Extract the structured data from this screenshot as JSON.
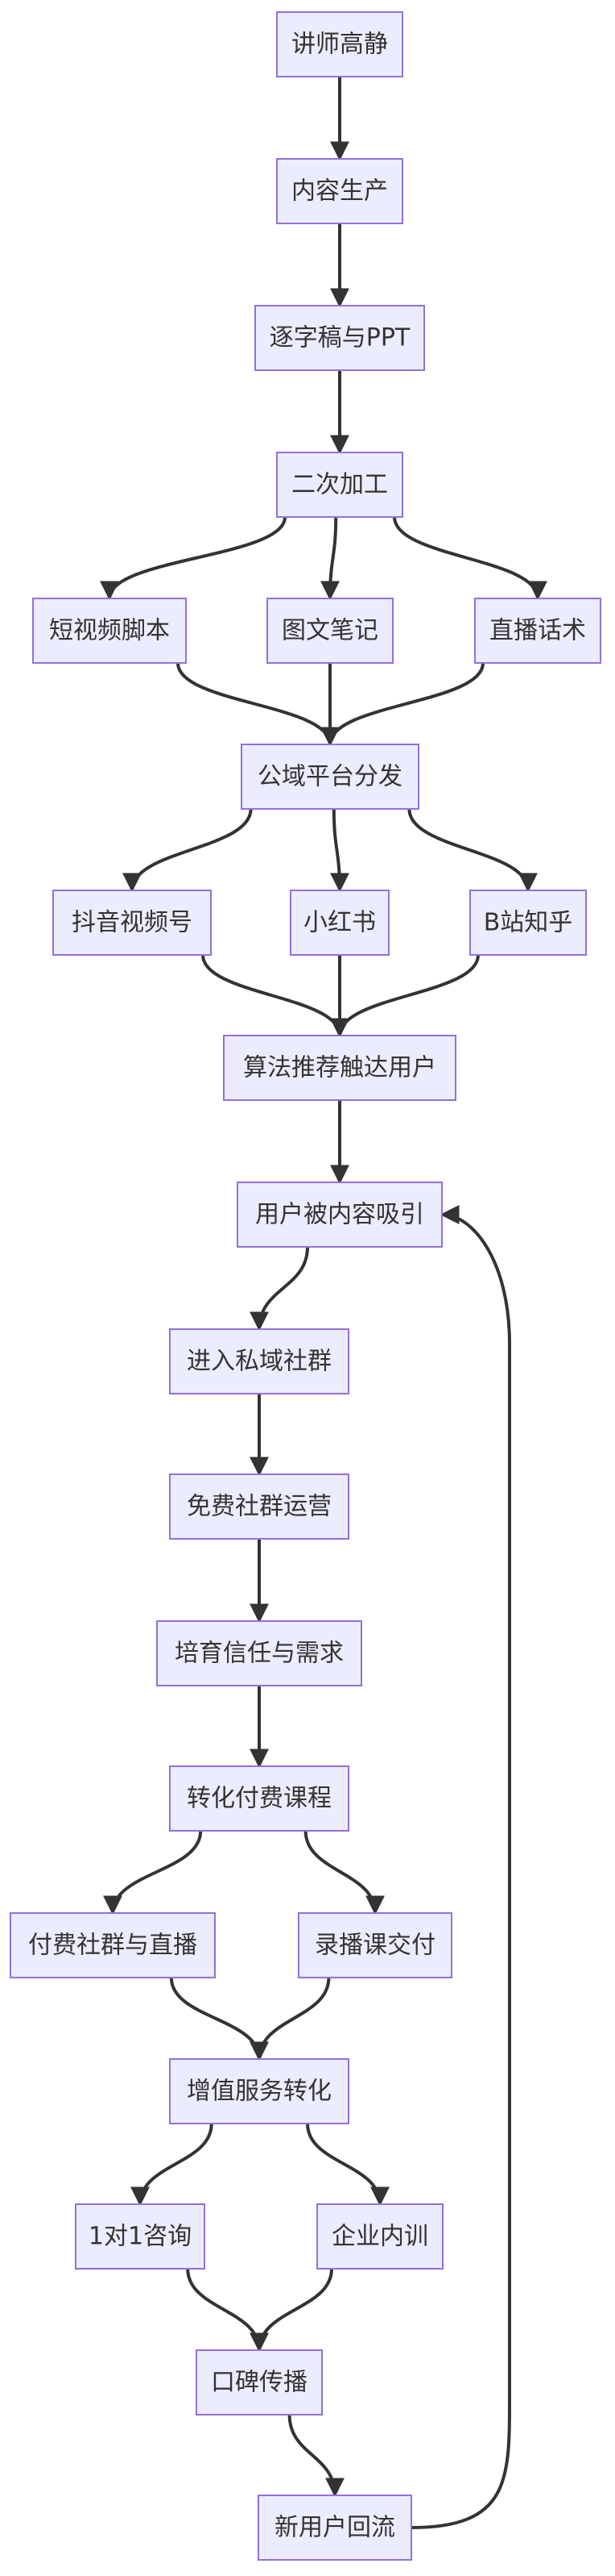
{
  "nodes": {
    "lecturer": "讲师高静",
    "content_production": "内容生产",
    "transcript_ppt": "逐字稿与PPT",
    "secondary_processing": "二次加工",
    "short_video_script": "短视频脚本",
    "image_text_notes": "图文笔记",
    "live_script": "直播话术",
    "public_distribution": "公域平台分发",
    "douyin_channels": "抖音视频号",
    "xiaohongshu": "小红书",
    "bilibili_zhihu": "B站知乎",
    "algorithm_reach": "算法推荐触达用户",
    "user_attracted": "用户被内容吸引",
    "join_private_community": "进入私域社群",
    "free_community_ops": "免费社群运营",
    "cultivate_trust": "培育信任与需求",
    "convert_paid_course": "转化付费课程",
    "paid_community_live": "付费社群与直播",
    "recorded_course_delivery": "录播课交付",
    "value_added_conversion": "增值服务转化",
    "one_on_one_consult": "1对1咨询",
    "corporate_training": "企业内训",
    "word_of_mouth": "口碑传播",
    "new_user_return": "新用户回流"
  },
  "edges": [
    [
      "lecturer",
      "content_production"
    ],
    [
      "content_production",
      "transcript_ppt"
    ],
    [
      "transcript_ppt",
      "secondary_processing"
    ],
    [
      "secondary_processing",
      "short_video_script"
    ],
    [
      "secondary_processing",
      "image_text_notes"
    ],
    [
      "secondary_processing",
      "live_script"
    ],
    [
      "short_video_script",
      "public_distribution"
    ],
    [
      "image_text_notes",
      "public_distribution"
    ],
    [
      "live_script",
      "public_distribution"
    ],
    [
      "public_distribution",
      "douyin_channels"
    ],
    [
      "public_distribution",
      "xiaohongshu"
    ],
    [
      "public_distribution",
      "bilibili_zhihu"
    ],
    [
      "douyin_channels",
      "algorithm_reach"
    ],
    [
      "xiaohongshu",
      "algorithm_reach"
    ],
    [
      "bilibili_zhihu",
      "algorithm_reach"
    ],
    [
      "algorithm_reach",
      "user_attracted"
    ],
    [
      "user_attracted",
      "join_private_community"
    ],
    [
      "join_private_community",
      "free_community_ops"
    ],
    [
      "free_community_ops",
      "cultivate_trust"
    ],
    [
      "cultivate_trust",
      "convert_paid_course"
    ],
    [
      "convert_paid_course",
      "paid_community_live"
    ],
    [
      "convert_paid_course",
      "recorded_course_delivery"
    ],
    [
      "paid_community_live",
      "value_added_conversion"
    ],
    [
      "recorded_course_delivery",
      "value_added_conversion"
    ],
    [
      "value_added_conversion",
      "one_on_one_consult"
    ],
    [
      "value_added_conversion",
      "corporate_training"
    ],
    [
      "one_on_one_consult",
      "word_of_mouth"
    ],
    [
      "corporate_training",
      "word_of_mouth"
    ],
    [
      "word_of_mouth",
      "new_user_return"
    ],
    [
      "new_user_return",
      "user_attracted"
    ]
  ]
}
